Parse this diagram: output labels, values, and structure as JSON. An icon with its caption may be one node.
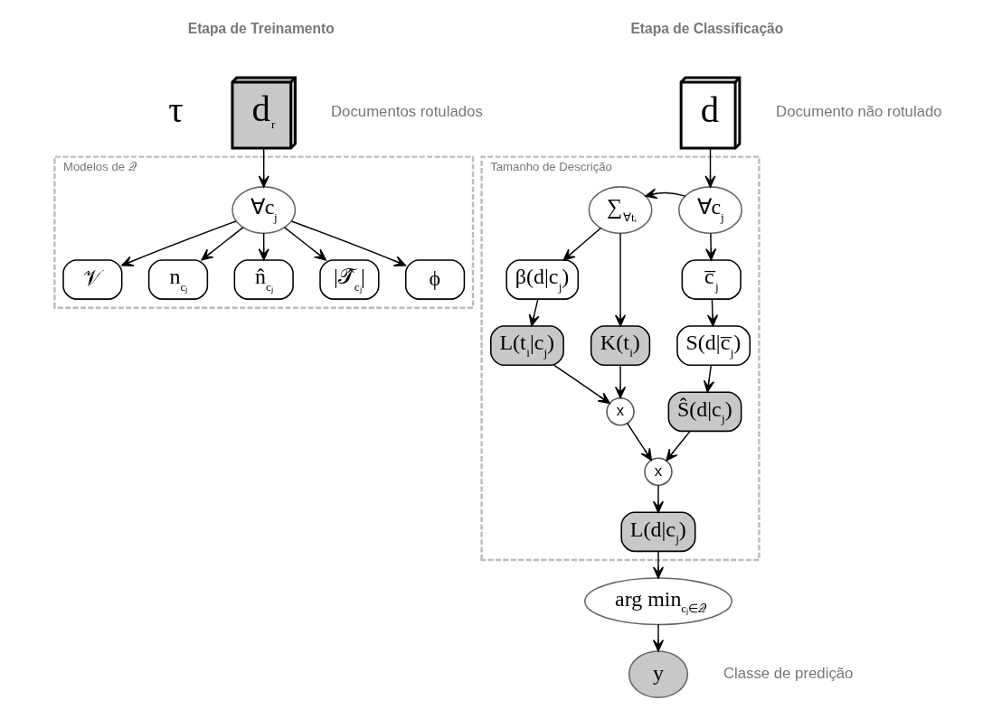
{
  "diagram": {
    "nodes": [
      {
        "text": [
          "d$_{r}$"
        ],
        "beside": [
          "Documentos rotulados"
        ]
      },
      {
        "text": [
          "Modelos de 𝒬"
        ]
      },
      {
        "text": [
          "∀c$_{j}$"
        ],
        "in": 1
      },
      {
        "text": [
          "𝒱"
        ],
        "in": 1
      },
      {
        "text": [
          "n$_{cⱼ}$"
        ],
        "in": 1
      },
      {
        "text": [
          "n̂$_{cⱼ}$"
        ],
        "in": 1
      },
      {
        "text": [
          "|𝒯̂$_{cⱼ}$|"
        ],
        "in": 1
      },
      {
        "text": [
          "ϕ"
        ],
        "in": 1
      },
      {
        "text": [
          "d"
        ],
        "beside": [
          "Documento não rotulado"
        ]
      },
      {
        "text": [
          "Tamanho de Descrição"
        ]
      },
      {
        "text": [
          "∑$_{∀tᵢ}$"
        ],
        "in": 9
      },
      {
        "text": [
          "∀c$_{j}$"
        ],
        "in": 9
      },
      {
        "text": [
          "β(d|c$_{j}$)"
        ],
        "in": 9
      },
      {
        "text": [
          "K(t$_{i}$)"
        ],
        "in": 9
      },
      {
        "text": [
          "c̅$_{j}$"
        ],
        "in": 9
      },
      {
        "text": [
          "L(t$_{i}$|c$_{j}$)"
        ],
        "in": 9
      },
      {
        "text": [
          "S(d|c̅$_{j}$)"
        ],
        "in": 9
      },
      {
        "text": [
          "x"
        ],
        "in": 9
      },
      {
        "text": [
          "Ŝ(d|c$_{j}$)"
        ],
        "in": 9
      },
      {
        "text": [
          "x"
        ],
        "in": 9
      },
      {
        "text": [
          "L(d|c$_{j}$)"
        ],
        "in": 9
      },
      {
        "text": [
          "arg min$_{cⱼ∈𝒬}$"
        ]
      },
      {
        "text": [
          "y"
        ],
        "beside": [
          "Classe de predição"
        ]
      }
    ],
    "edges": [
      {
        "from": 0,
        "to": 2,
        "arrow": "to"
      },
      {
        "from": 2,
        "to": 3,
        "arrow": "to"
      },
      {
        "from": 2,
        "to": 4,
        "arrow": "to"
      },
      {
        "from": 2,
        "to": 5,
        "arrow": "to"
      },
      {
        "from": 2,
        "to": 6,
        "arrow": "to"
      },
      {
        "from": 2,
        "to": 7,
        "arrow": "to"
      },
      {
        "from": 8,
        "to": 11,
        "arrow": "to"
      },
      {
        "from": 11,
        "to": 10,
        "arrow": "to"
      },
      {
        "from": 10,
        "to": 12,
        "arrow": "to"
      },
      {
        "from": 10,
        "to": 13,
        "arrow": "to"
      },
      {
        "from": 11,
        "to": 14,
        "arrow": "to"
      },
      {
        "from": 12,
        "to": 15,
        "arrow": "to"
      },
      {
        "from": 14,
        "to": 16,
        "arrow": "to"
      },
      {
        "from": 16,
        "to": 18,
        "arrow": "to"
      },
      {
        "from": 15,
        "to": 17,
        "arrow": "to"
      },
      {
        "from": 13,
        "to": 17,
        "arrow": "to"
      },
      {
        "from": 17,
        "to": 19,
        "arrow": "to"
      },
      {
        "from": 18,
        "to": 19,
        "arrow": "to"
      },
      {
        "from": 19,
        "to": 20,
        "arrow": "to"
      },
      {
        "from": 20,
        "to": 21,
        "arrow": "to"
      },
      {
        "from": 21,
        "to": 22,
        "arrow": "to"
      }
    ],
    "labels": [
      "Etapa de Treinamento",
      "Etapa de Classificação",
      "τ"
    ]
  }
}
